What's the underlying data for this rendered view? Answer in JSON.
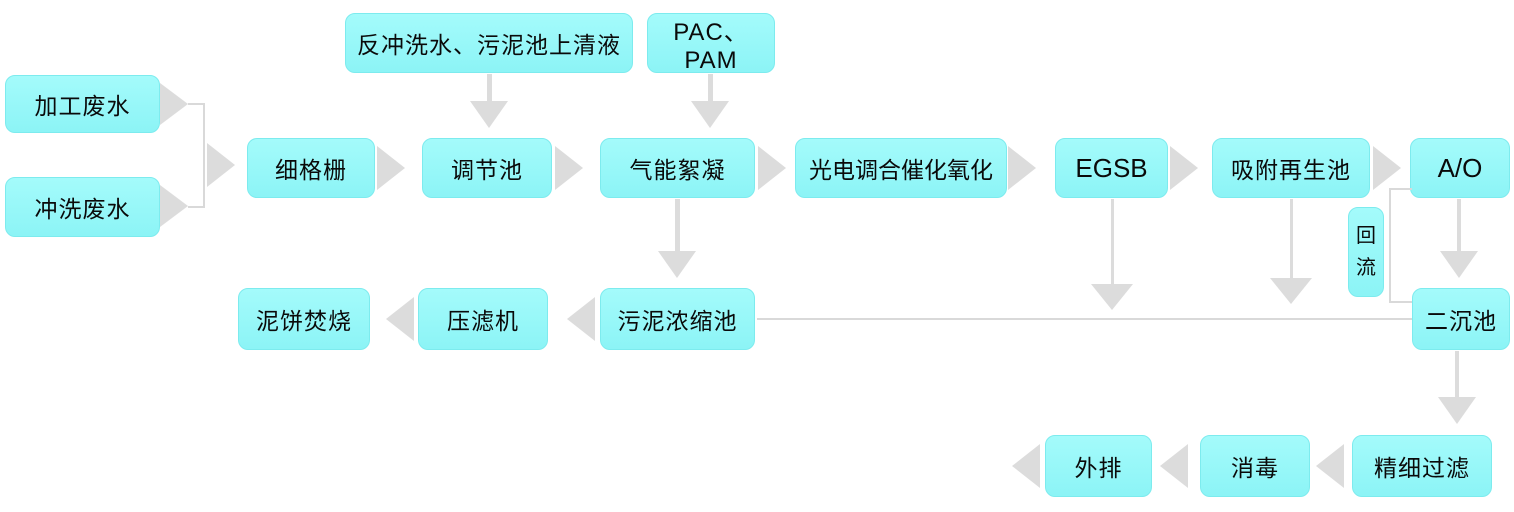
{
  "diagram": {
    "type": "process-flowchart",
    "language": "zh-CN",
    "colors": {
      "node_fill": "#97f7f7",
      "node_border": "#7debee",
      "arrow": "#dcdcdc",
      "text": "#0a0a0a",
      "background": "#ffffff"
    },
    "nodes": {
      "processing_wastewater": "加工废水",
      "flushing_wastewater": "冲洗废水",
      "backwash_supernatant": "反冲洗水、污泥池上清液",
      "pac_pam": "PAC、PAM",
      "fine_screen": "细格栅",
      "regulating_tank": "调节池",
      "gas_energy_flocculation": "气能絮凝",
      "photoelectric_catalytic_oxidation": "光电调合催化氧化",
      "egsb": "EGSB",
      "adsorption_regeneration_tank": "吸附再生池",
      "ao": "A/O",
      "reflux": "回流",
      "secondary_sedimentation_tank": "二沉池",
      "sludge_thickening_tank": "污泥浓缩池",
      "filter_press": "压滤机",
      "sludge_cake_incineration": "泥饼焚烧",
      "fine_filtration": "精细过滤",
      "disinfection": "消毒",
      "discharge": "外排"
    },
    "edges": [
      {
        "from": "processing_wastewater",
        "to": "fine_screen"
      },
      {
        "from": "flushing_wastewater",
        "to": "fine_screen"
      },
      {
        "from": "fine_screen",
        "to": "regulating_tank"
      },
      {
        "from": "backwash_supernatant",
        "to": "regulating_tank"
      },
      {
        "from": "regulating_tank",
        "to": "gas_energy_flocculation"
      },
      {
        "from": "pac_pam",
        "to": "gas_energy_flocculation"
      },
      {
        "from": "gas_energy_flocculation",
        "to": "photoelectric_catalytic_oxidation"
      },
      {
        "from": "photoelectric_catalytic_oxidation",
        "to": "egsb"
      },
      {
        "from": "egsb",
        "to": "adsorption_regeneration_tank"
      },
      {
        "from": "adsorption_regeneration_tank",
        "to": "ao"
      },
      {
        "from": "ao",
        "to": "secondary_sedimentation_tank"
      },
      {
        "from": "secondary_sedimentation_tank",
        "to": "ao",
        "label": "回流"
      },
      {
        "from": "secondary_sedimentation_tank",
        "to": "fine_filtration"
      },
      {
        "from": "fine_filtration",
        "to": "disinfection"
      },
      {
        "from": "disinfection",
        "to": "discharge"
      },
      {
        "from": "secondary_sedimentation_tank",
        "to": "sludge_thickening_tank"
      },
      {
        "from": "egsb",
        "to": "sludge_thickening_tank"
      },
      {
        "from": "adsorption_regeneration_tank",
        "to": "sludge_thickening_tank"
      },
      {
        "from": "gas_energy_flocculation",
        "to": "sludge_thickening_tank"
      },
      {
        "from": "sludge_thickening_tank",
        "to": "filter_press"
      },
      {
        "from": "filter_press",
        "to": "sludge_cake_incineration"
      }
    ]
  }
}
